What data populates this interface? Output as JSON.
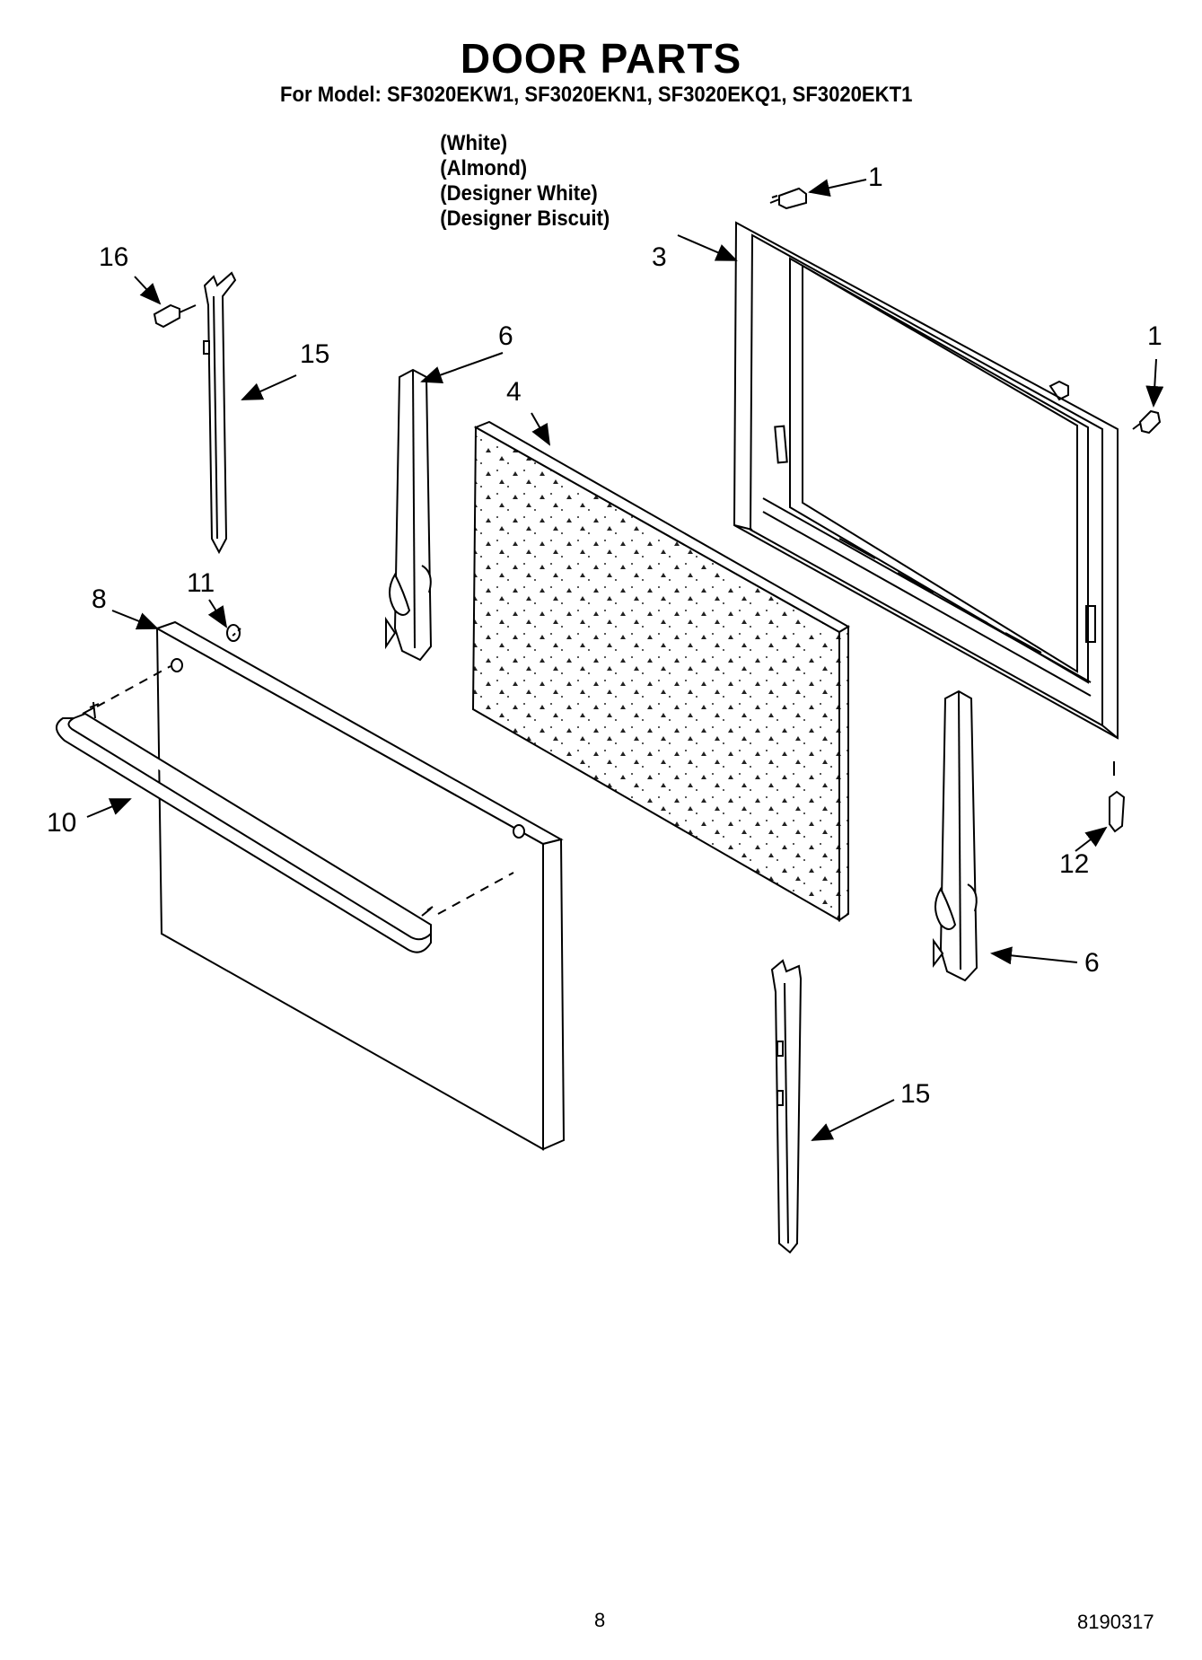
{
  "header": {
    "title": "DOOR PARTS",
    "models": "For Model: SF3020EKW1, SF3020EKN1, SF3020EKQ1, SF3020EKT1",
    "colors": [
      "(White)",
      "(Almond)",
      "(Designer White)",
      "(Designer Biscuit)"
    ]
  },
  "callouts": {
    "c1_top": "1",
    "c1_right": "1",
    "c3": "3",
    "c4": "4",
    "c6_top": "6",
    "c6_bottom": "6",
    "c8": "8",
    "c10": "10",
    "c11": "11",
    "c12": "12",
    "c15_top": "15",
    "c15_bottom": "15",
    "c16": "16"
  },
  "footer": {
    "page_number": "8",
    "doc_number": "8190317"
  }
}
